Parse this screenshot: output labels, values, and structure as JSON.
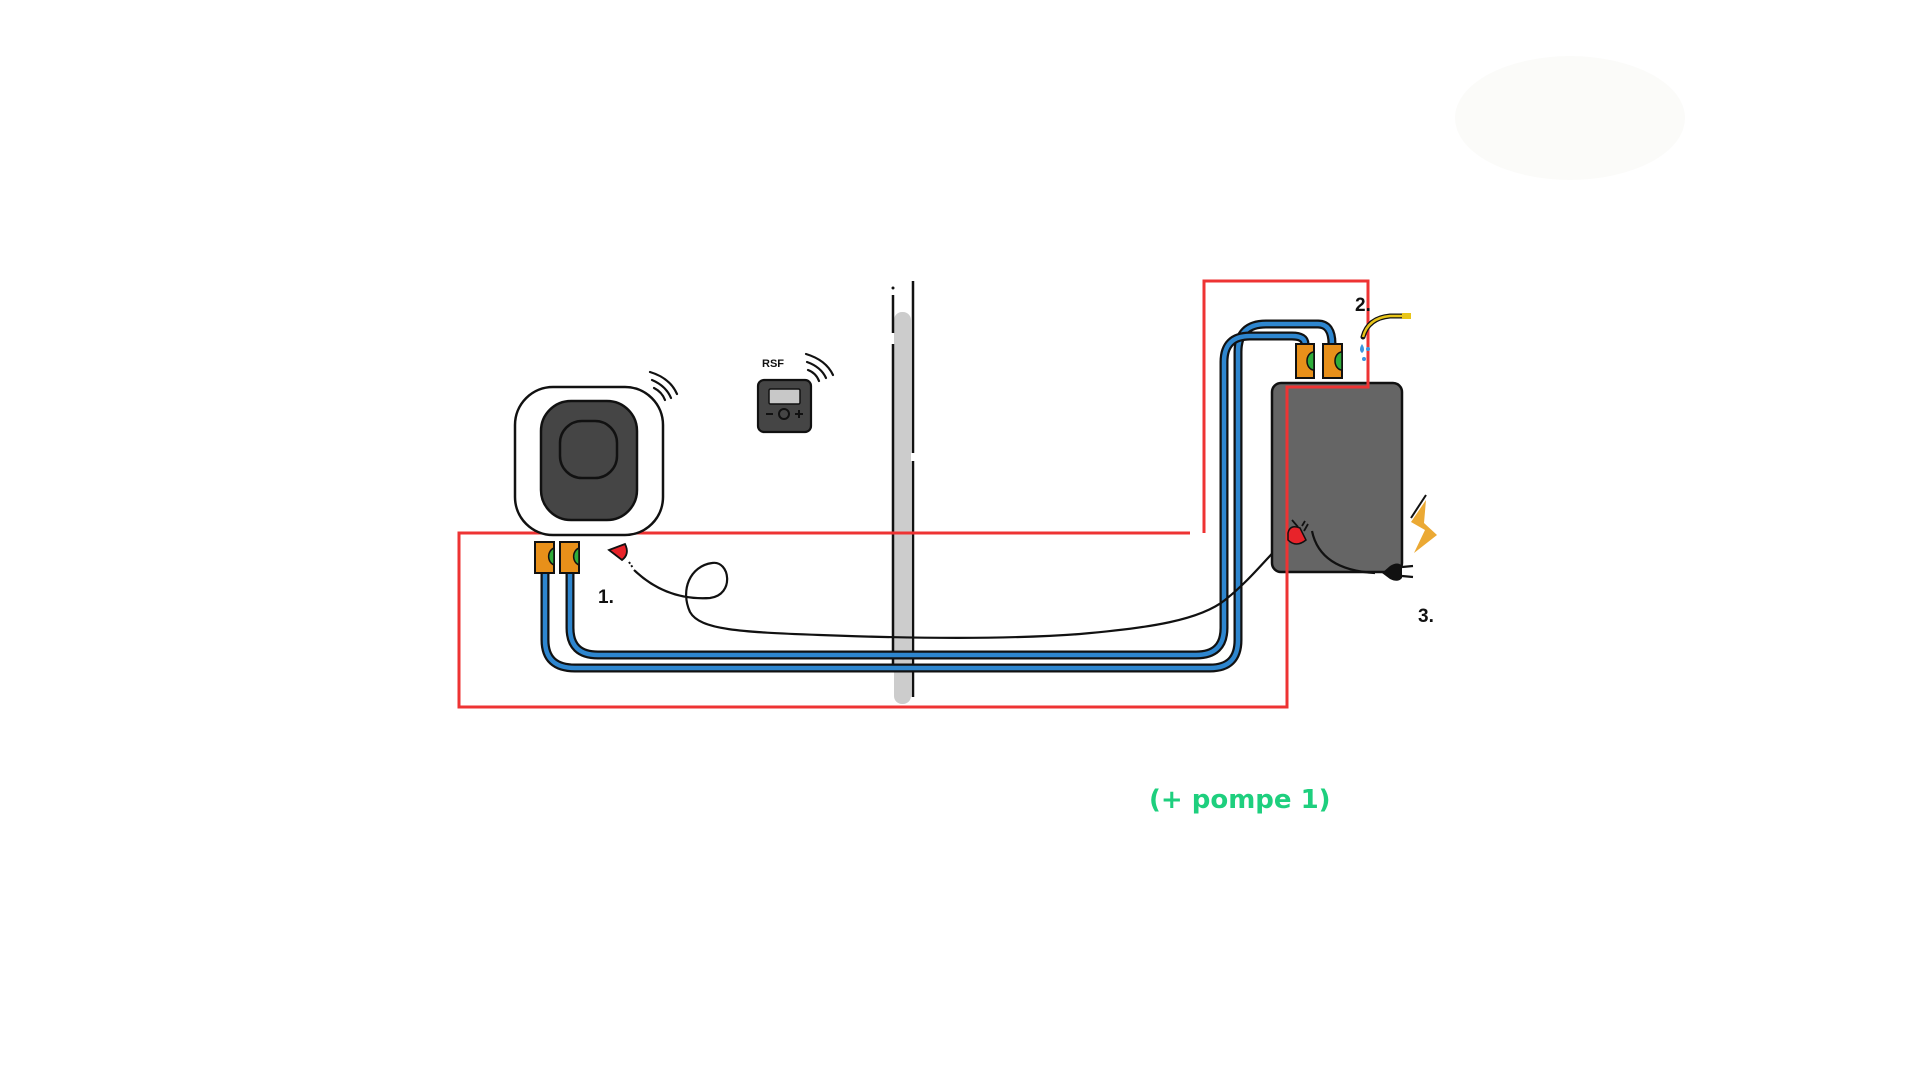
{
  "diagram": {
    "title": "Installation schematic: outdoor unit, RSF thermostat, wall crossing, indoor unit",
    "colors": {
      "background": "#ffffff",
      "zone_outline": "#ee3333",
      "pipe": "#2e86cf",
      "pipe_outline": "#111111",
      "connector": "#e8901a",
      "connector_seal": "#2fae3a",
      "unit_dark": "#454545",
      "indoor_unit": "#656565",
      "wall": "#cccccc",
      "plug_red": "#e8232a",
      "drain_hose": "#e8c51a",
      "water_drop": "#3a95e0",
      "lightning": "#eba934",
      "note_green": "#1ecf7e",
      "faint_blob": "#fbfbf9"
    },
    "labels": {
      "step1": "1.",
      "step2": "2.",
      "step3": "3.",
      "thermostat": "RSF",
      "note": "(+ pompe 1)"
    },
    "components": [
      {
        "id": "outdoor-unit",
        "icon": "outdoor-unit-icon",
        "wireless": true
      },
      {
        "id": "rsf-thermostat",
        "icon": "thermostat-icon",
        "wireless": true,
        "buttons": [
          "-",
          "o",
          "+"
        ]
      },
      {
        "id": "wall",
        "icon": "wall-icon"
      },
      {
        "id": "indoor-unit",
        "icon": "indoor-unit-icon"
      },
      {
        "id": "refrigerant-pipes",
        "count": 2
      },
      {
        "id": "power-plug-red",
        "icon": "plug-icon"
      },
      {
        "id": "power-plug-black",
        "icon": "plug-icon"
      },
      {
        "id": "drain-hose",
        "icon": "hose-icon"
      },
      {
        "id": "lightning",
        "icon": "lightning-icon"
      }
    ]
  }
}
